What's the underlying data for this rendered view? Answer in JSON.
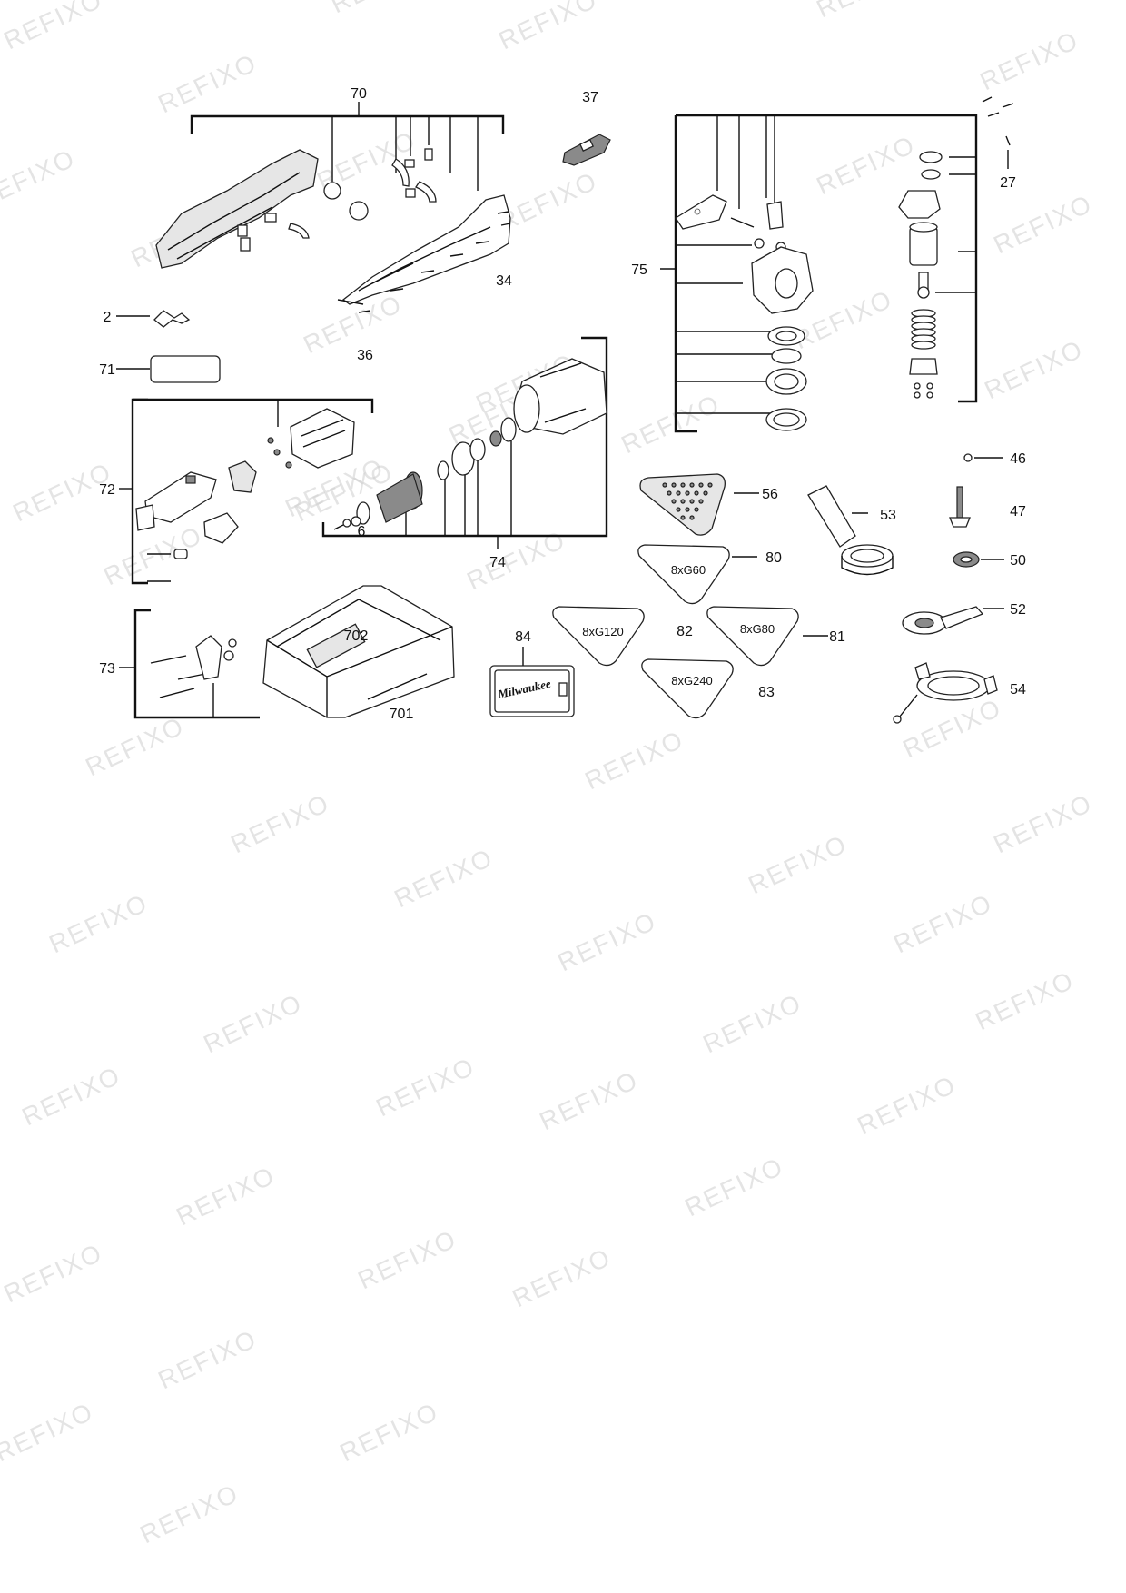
{
  "watermark": "REFIXO",
  "labels": {
    "p2": "2",
    "p6": "6",
    "p27": "27",
    "p34": "34",
    "p36": "36",
    "p37": "37",
    "p46": "46",
    "p47": "47",
    "p50": "50",
    "p52": "52",
    "p53": "53",
    "p54": "54",
    "p56": "56",
    "p70": "70",
    "p71": "71",
    "p72": "72",
    "p73": "73",
    "p74": "74",
    "p75": "75",
    "p80": "80",
    "p81": "81",
    "p82": "82",
    "p83": "83",
    "p84": "84",
    "p701": "701",
    "p702": "702"
  },
  "sanding_sheets": {
    "s80": "8xG60",
    "s81": "8xG80",
    "s82": "8xG120",
    "s83": "8xG240"
  },
  "brand_card": "Milwaukee"
}
